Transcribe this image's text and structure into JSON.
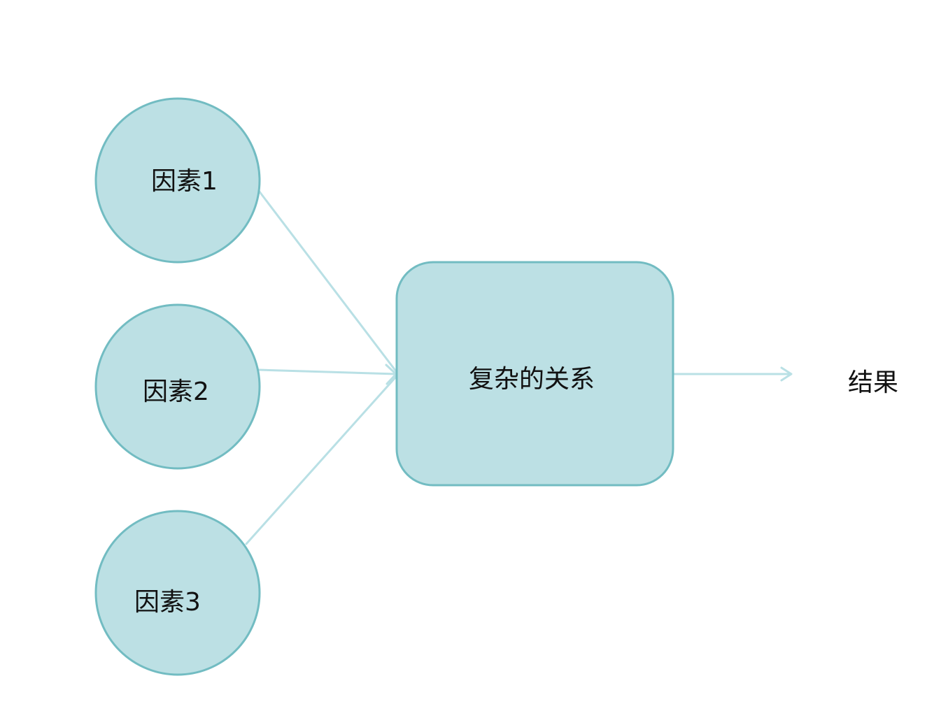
{
  "colors": {
    "node_fill": "#bce0e4",
    "node_stroke": "#72bcc2",
    "edge": "#b9e0e5",
    "text": "#111111",
    "background": "#ffffff"
  },
  "nodes": {
    "factor1": {
      "label": "因素1"
    },
    "factor2": {
      "label": "因素2"
    },
    "factor3": {
      "label": "因素3"
    },
    "relation": {
      "label": "复杂的关系"
    },
    "result": {
      "label": "结果"
    }
  }
}
